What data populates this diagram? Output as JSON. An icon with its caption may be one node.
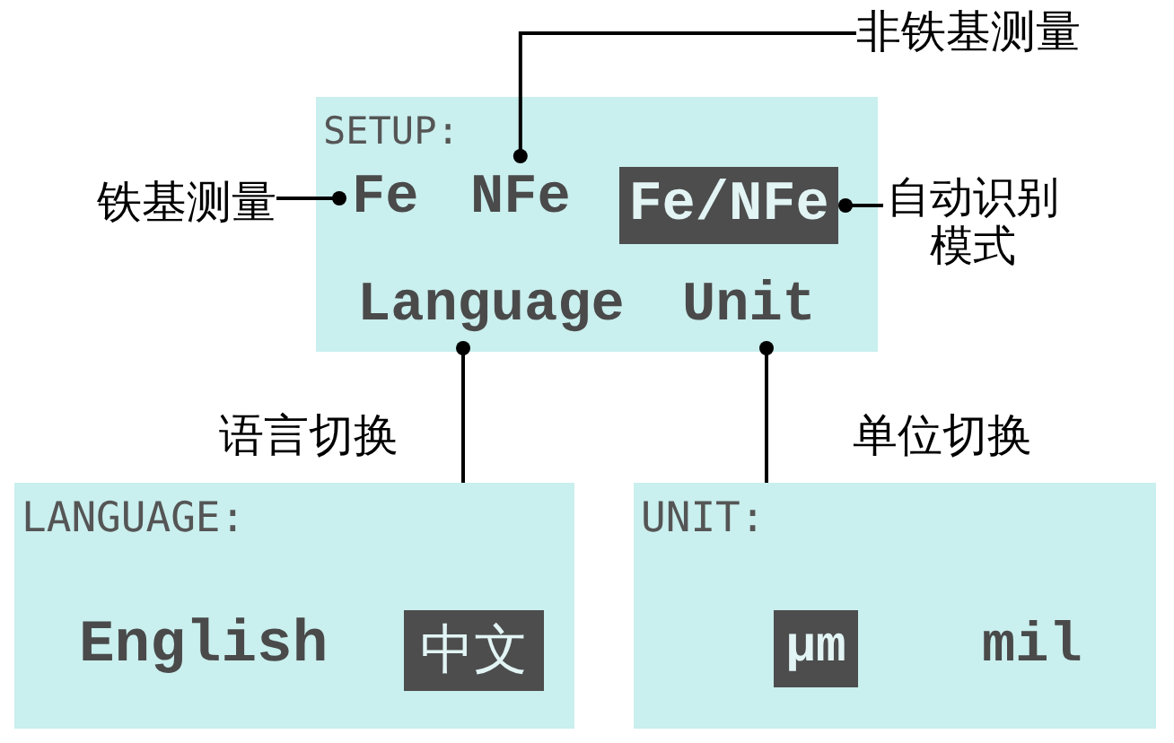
{
  "diagram": {
    "nodes": [
      {
        "text": [
          "非铁基测量"
        ]
      },
      {
        "text": [
          "SETUP:"
        ]
      },
      {
        "text": [
          "Fe"
        ],
        "in": 1
      },
      {
        "text": [
          "NFe"
        ],
        "in": 1
      },
      {
        "text": [
          "Fe/NFe"
        ],
        "in": 1
      },
      {
        "text": [
          "Language"
        ],
        "in": 1
      },
      {
        "text": [
          "Unit"
        ],
        "in": 1
      },
      {
        "text": [
          "铁基测量"
        ]
      },
      {
        "text": [
          "自动识别模式"
        ]
      },
      {
        "text": [
          "LANGUAGE:"
        ]
      },
      {
        "text": [
          "English"
        ],
        "in": 9
      },
      {
        "text": [
          "中文"
        ],
        "in": 9
      },
      {
        "text": [
          "UNIT:"
        ]
      },
      {
        "text": [
          "μm"
        ],
        "in": 12
      },
      {
        "text": [
          "mil"
        ],
        "in": 12
      }
    ],
    "edges": [
      {
        "from": 0,
        "to": 3,
        "arrow": "other"
      },
      {
        "from": 7,
        "to": 2,
        "arrow": "other"
      },
      {
        "from": 8,
        "to": 4,
        "arrow": "other"
      },
      {
        "from": 9,
        "to": 5,
        "arrow": "other",
        "label": "语言切换"
      },
      {
        "from": 12,
        "to": 6,
        "arrow": "other",
        "label": "单位切换"
      }
    ]
  }
}
